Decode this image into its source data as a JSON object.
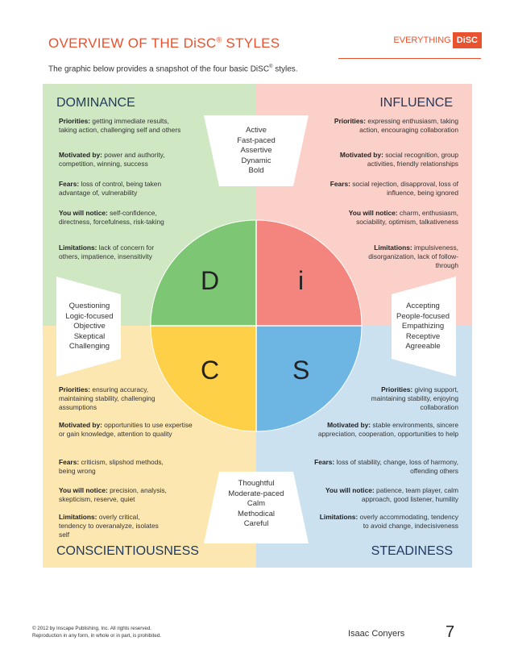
{
  "header": {
    "title_main": "OVERVIEW OF THE DiSC",
    "title_reg": "®",
    "title_end": " STYLES",
    "brand_word": "EVERYTHING",
    "brand_box": "DiSC",
    "subtitle_main": "The graphic below provides a snapshot of the four basic DiSC",
    "subtitle_reg": "®",
    "subtitle_end": " styles."
  },
  "colors": {
    "accent": "#e8522e",
    "dominance_bg": "#cfe8c3",
    "influence_bg": "#fbd0c9",
    "conscientiousness_bg": "#fde7b1",
    "steadiness_bg": "#cbe1f0",
    "d_slice": "#7dc674",
    "i_slice": "#f4857e",
    "c_slice": "#fdd048",
    "s_slice": "#6db6e4"
  },
  "quadrants": {
    "dominance": {
      "title": "DOMINANCE",
      "items": [
        {
          "label": "Priorities:",
          "text": " getting immediate results, taking action, challenging self and others"
        },
        {
          "label": "Motivated by:",
          "text": " power and authority, competition, winning, success"
        },
        {
          "label": "Fears:",
          "text": " loss of control, being taken advantage of, vulnerability"
        },
        {
          "label": "You will notice:",
          "text": " self-confidence, directness, forcefulness, risk-taking"
        },
        {
          "label": "Limitations:",
          "text": " lack of concern for others, impatience, insensitivity"
        }
      ]
    },
    "influence": {
      "title": "INFLUENCE",
      "items": [
        {
          "label": "Priorities:",
          "text": " expressing enthusiasm, taking action, encouraging collaboration"
        },
        {
          "label": "Motivated by:",
          "text": " social recognition, group activities, friendly relationships"
        },
        {
          "label": "Fears:",
          "text": " social rejection, disapproval, loss of influence, being ignored"
        },
        {
          "label": "You will notice:",
          "text": " charm, enthusiasm, sociability, optimism, talkativeness"
        },
        {
          "label": "Limitations:",
          "text": " impulsiveness, disorganization, lack of follow-through"
        }
      ]
    },
    "conscientiousness": {
      "title": "CONSCIENTIOUSNESS",
      "items": [
        {
          "label": "Priorities:",
          "text": " ensuring accuracy, maintaining stability, challenging assumptions"
        },
        {
          "label": "Motivated by:",
          "text": " opportunities to use expertise or gain knowledge, attention to quality"
        },
        {
          "label": "Fears:",
          "text": " criticism, slipshod methods, being wrong"
        },
        {
          "label": "You will notice:",
          "text": " precision, analysis, skepticism, reserve, quiet"
        },
        {
          "label": "Limitations:",
          "text": " overly critical, tendency to overanalyze, isolates self"
        }
      ]
    },
    "steadiness": {
      "title": "STEADINESS",
      "items": [
        {
          "label": "Priorities:",
          "text": " giving support, maintaining stability, enjoying collaboration"
        },
        {
          "label": "Motivated by:",
          "text": " stable environments, sincere appreciation, cooperation, opportunities to help"
        },
        {
          "label": "Fears:",
          "text": " loss of stability, change, loss of harmony, offending others"
        },
        {
          "label": "You will notice:",
          "text": " patience, team player, calm approach, good listener, humility"
        },
        {
          "label": "Limitations:",
          "text": " overly accommodating, tendency to avoid change, indecisiveness"
        }
      ]
    }
  },
  "traits": {
    "top": [
      "Active",
      "Fast-paced",
      "Assertive",
      "Dynamic",
      "Bold"
    ],
    "left": [
      "Questioning",
      "Logic-focused",
      "Objective",
      "Skeptical",
      "Challenging"
    ],
    "right": [
      "Accepting",
      "People-focused",
      "Empathizing",
      "Receptive",
      "Agreeable"
    ],
    "bottom": [
      "Thoughtful",
      "Moderate-paced",
      "Calm",
      "Methodical",
      "Careful"
    ]
  },
  "circle": {
    "d": "D",
    "i": "i",
    "c": "C",
    "s": "S"
  },
  "footer": {
    "copyright_line1": "© 2012 by Inscape Publishing, Inc. All rights reserved.",
    "copyright_line2": "Reproduction in any form, in whole or in part, is prohibited.",
    "author": "Isaac Conyers",
    "page_number": "7"
  }
}
